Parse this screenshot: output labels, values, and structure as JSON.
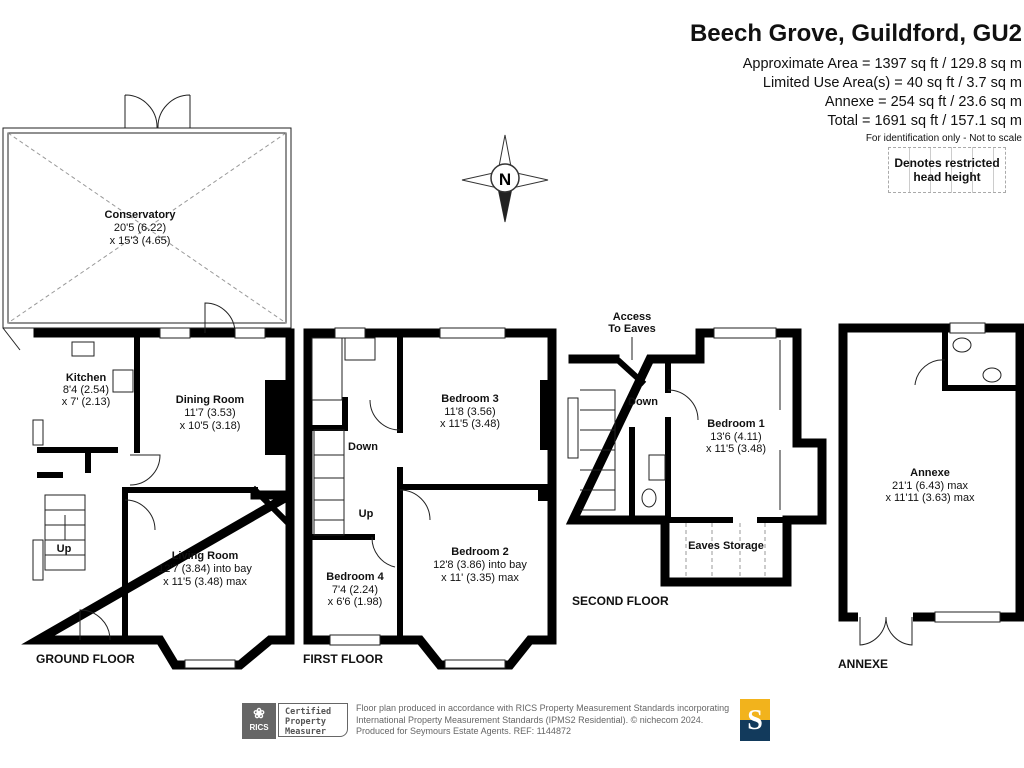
{
  "header": {
    "title": "Beech Grove, Guildford, GU2",
    "areas": [
      "Approximate Area = 1397 sq ft / 129.8 sq m",
      "Limited Use Area(s) = 40 sq ft / 3.7 sq m",
      "Annexe = 254 sq ft / 23.6 sq m",
      "Total = 1691 sq ft / 157.1 sq m"
    ],
    "scale_note": "For identification only - Not to scale",
    "restricted_legend": [
      "Denotes restricted",
      "head height"
    ]
  },
  "compass": {
    "label": "N"
  },
  "floors": {
    "ground": "GROUND FLOOR",
    "first": "FIRST FLOOR",
    "second": "SECOND FLOOR",
    "annexe": "ANNEXE"
  },
  "rooms": {
    "conservatory": {
      "name": "Conservatory",
      "dims": [
        "20'5 (6.22)",
        "x 15'3 (4.65)"
      ]
    },
    "kitchen": {
      "name": "Kitchen",
      "dims": [
        "8'4 (2.54)",
        "x 7' (2.13)"
      ]
    },
    "dining": {
      "name": "Dining Room",
      "dims": [
        "11'7 (3.53)",
        "x 10'5 (3.18)"
      ]
    },
    "living": {
      "name": "Living Room",
      "dims": [
        "12'7 (3.84) into bay",
        "x 11'5 (3.48) max"
      ]
    },
    "bedroom3": {
      "name": "Bedroom 3",
      "dims": [
        "11'8 (3.56)",
        "x 11'5 (3.48)"
      ]
    },
    "bedroom2": {
      "name": "Bedroom 2",
      "dims": [
        "12'8 (3.86) into bay",
        "x 11' (3.35) max"
      ]
    },
    "bedroom4": {
      "name": "Bedroom 4",
      "dims": [
        "7'4 (2.24)",
        "x 6'6 (1.98)"
      ]
    },
    "bedroom1": {
      "name": "Bedroom 1",
      "dims": [
        "13'6 (4.11)",
        "x 11'5 (3.48)"
      ]
    },
    "eaves": {
      "name": "Eaves Storage"
    },
    "annexe": {
      "name": "Annexe",
      "dims": [
        "21'1 (6.43) max",
        "x 11'11 (3.63) max"
      ]
    }
  },
  "labels": {
    "up": "Up",
    "down": "Down",
    "access_eaves": [
      "Access",
      "To Eaves"
    ]
  },
  "footer": {
    "rics_logo": "RICS",
    "certified": [
      "Certified",
      "Property",
      "Measurer"
    ],
    "text": [
      "Floor plan produced in accordance with RICS Property Measurement Standards incorporating",
      "International Property Measurement Standards (IPMS2 Residential).   © nichecom 2024.",
      "Produced for Seymours Estate Agents.   REF: 1144872"
    ],
    "brand_letter": "S",
    "brand_colors": {
      "top": "#f2b31c",
      "bottom": "#123a5c"
    }
  }
}
